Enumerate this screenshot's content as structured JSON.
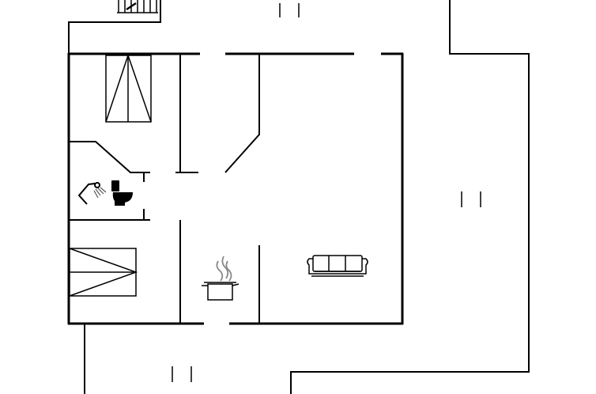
{
  "plan": {
    "stroke_color": "#000000",
    "background": "#ffffff",
    "icon_gray": "#555555",
    "rooms": [
      "bedroom",
      "bedroom",
      "bathroom",
      "hallway",
      "kitchen",
      "living-room",
      "outdoor-terrace"
    ],
    "icons": [
      "stair-icon",
      "bed-icon",
      "shower-icon",
      "toilet-icon",
      "bed-icon",
      "cooking-pot-icon",
      "sofa-icon"
    ]
  }
}
